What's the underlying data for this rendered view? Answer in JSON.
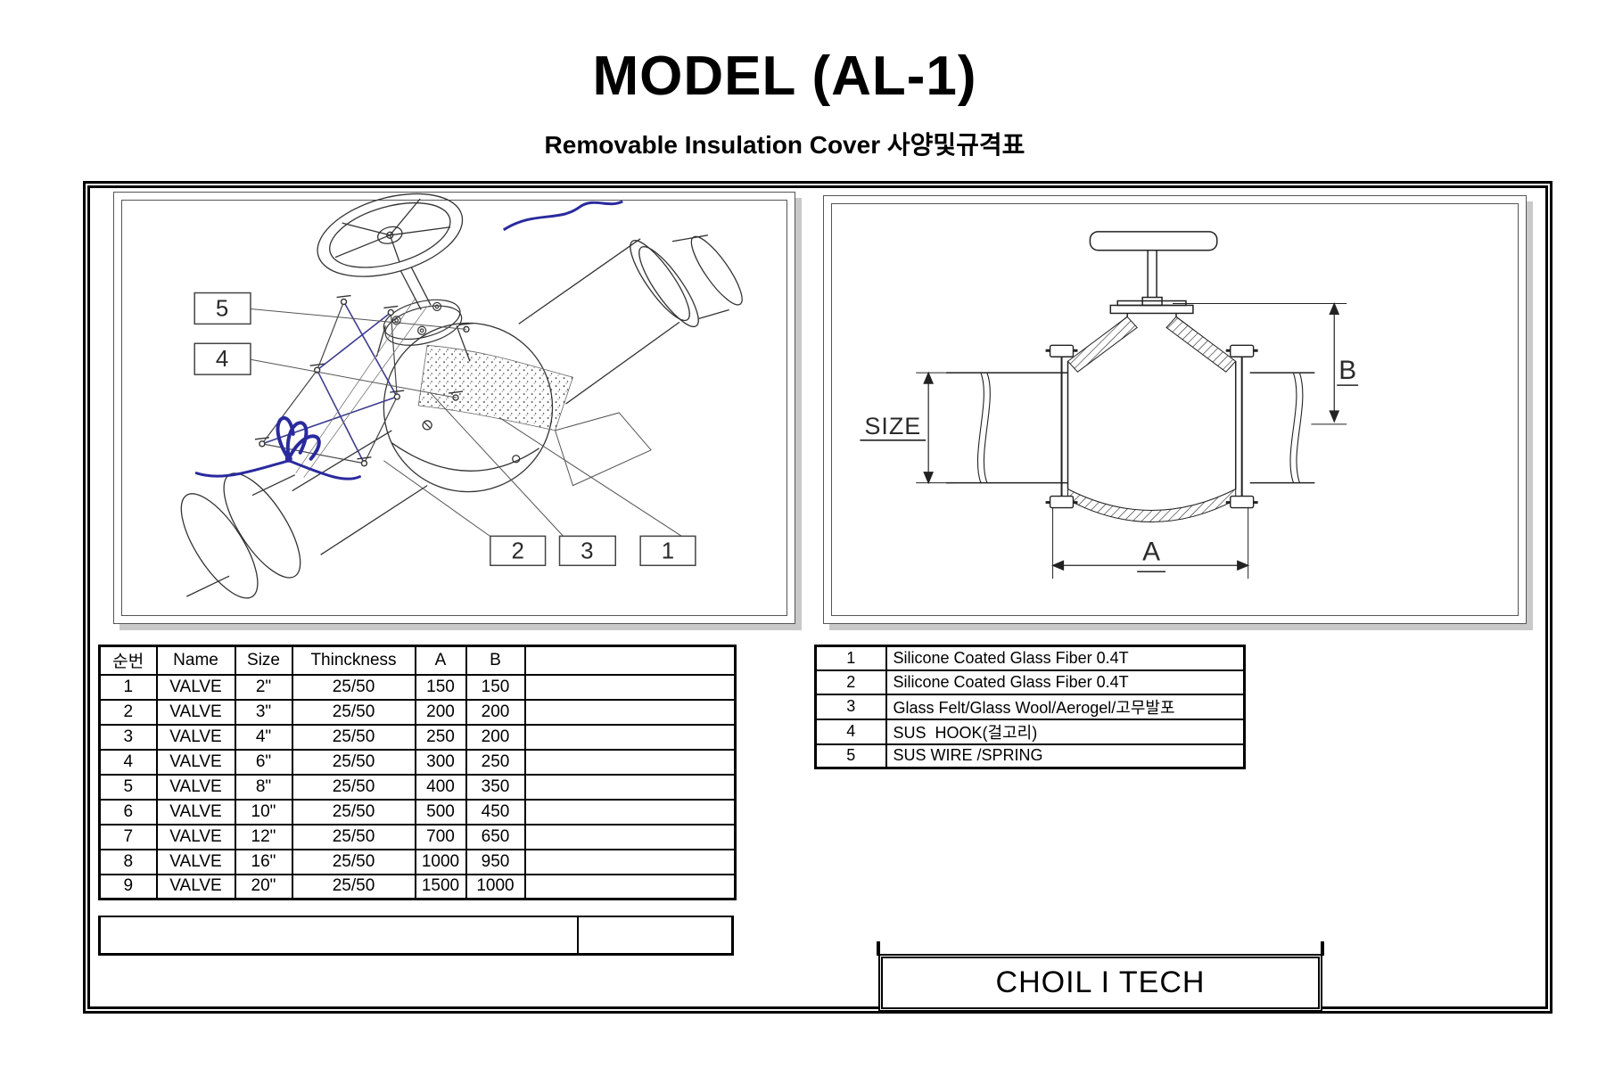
{
  "title": "MODEL (AL-1)",
  "subtitle": "Removable Insulation Cover 사양및규격표",
  "title_block": {
    "company": "CHOIL I TECH"
  },
  "left_drawing": {
    "callouts": {
      "c5": "5",
      "c4": "4",
      "c2": "2",
      "c3": "3",
      "c1": "1"
    }
  },
  "right_drawing": {
    "size_label": "SIZE",
    "a_label": "A",
    "b_label": "B"
  },
  "spec_table": {
    "headers": [
      "순번",
      "Name",
      "Size",
      "Thinckness",
      "A",
      "B",
      ""
    ],
    "rows": [
      [
        "1",
        "VALVE",
        "2\"",
        "25/50",
        "150",
        "150"
      ],
      [
        "2",
        "VALVE",
        "3\"",
        "25/50",
        "200",
        "200"
      ],
      [
        "3",
        "VALVE",
        "4\"",
        "25/50",
        "250",
        "200"
      ],
      [
        "4",
        "VALVE",
        "6\"",
        "25/50",
        "300",
        "250"
      ],
      [
        "5",
        "VALVE",
        "8\"",
        "25/50",
        "400",
        "350"
      ],
      [
        "6",
        "VALVE",
        "10\"",
        "25/50",
        "500",
        "450"
      ],
      [
        "7",
        "VALVE",
        "12\"",
        "25/50",
        "700",
        "650"
      ],
      [
        "8",
        "VALVE",
        "16\"",
        "25/50",
        "1000",
        "950"
      ],
      [
        "9",
        "VALVE",
        "20\"",
        "25/50",
        "1500",
        "1000"
      ]
    ]
  },
  "materials_table": {
    "rows": [
      {
        "no": "1",
        "desc": "Silicone Coated Glass Fiber 0.4T"
      },
      {
        "no": "2",
        "desc": "Silicone Coated Glass Fiber 0.4T"
      },
      {
        "no": "3",
        "desc": "Glass Felt/Glass Wool/Aerogel/고무발포"
      },
      {
        "no": "4",
        "desc": "SUS  HOOK(걸고리)"
      },
      {
        "no": "5",
        "desc": "SUS WIRE /SPRING"
      }
    ]
  },
  "colors": {
    "line": "#1a1a1a",
    "wire_blue": "#2a2a9e",
    "panel_shadow": "#c9c9c9"
  }
}
